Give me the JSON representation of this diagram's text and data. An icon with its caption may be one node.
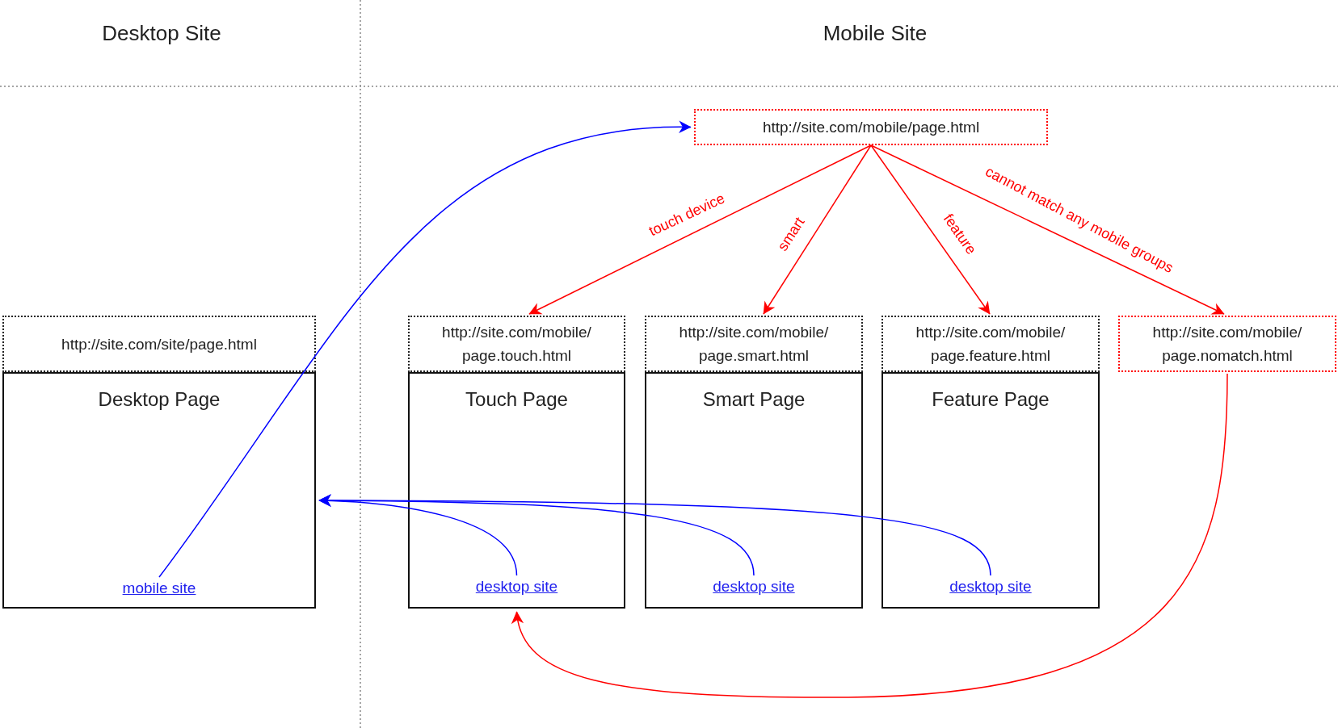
{
  "diagram": {
    "nodes": [
      {
        "text": [
          "http://site.com/mobile/page.html"
        ]
      },
      {
        "text": [
          "http://site.com/site/page.html"
        ]
      },
      {
        "text": [
          "Desktop Page"
        ]
      },
      {
        "text": [
          "mobile site"
        ],
        "in": 2
      },
      {
        "text": [
          "http://site.com/mobile/ page.touch.html"
        ]
      },
      {
        "text": [
          "Touch Page"
        ]
      },
      {
        "text": [
          "desktop site"
        ],
        "in": 5
      },
      {
        "text": [
          "http://site.com/mobile/ page.smart.html"
        ]
      },
      {
        "text": [
          "Smart Page"
        ]
      },
      {
        "text": [
          "desktop site"
        ],
        "in": 8
      },
      {
        "text": [
          "http://site.com/mobile/ page.feature.html"
        ]
      },
      {
        "text": [
          "Feature Page"
        ]
      },
      {
        "text": [
          "desktop site"
        ],
        "in": 11
      },
      {
        "text": [
          "http://site.com/mobile/ page.nomatch.html"
        ]
      }
    ],
    "edges": [
      {
        "from": 0,
        "to": 4,
        "arrow": "to",
        "label": "touch device",
        "color": "#ff0000"
      },
      {
        "from": 0,
        "to": 7,
        "arrow": "to",
        "label": "smart",
        "color": "#ff0000"
      },
      {
        "from": 0,
        "to": 10,
        "arrow": "to",
        "label": "feature",
        "color": "#ff0000"
      },
      {
        "from": 0,
        "to": 13,
        "arrow": "to",
        "label": "cannot match any mobile groups",
        "color": "#ff0000"
      },
      {
        "from": 3,
        "to": 0,
        "arrow": "to",
        "color": "#0000ff"
      },
      {
        "from": 6,
        "to": 2,
        "arrow": "to",
        "color": "#0000ff"
      },
      {
        "from": 9,
        "to": 2,
        "arrow": "to",
        "color": "#0000ff"
      },
      {
        "from": 12,
        "to": 2,
        "arrow": "to",
        "color": "#0000ff"
      },
      {
        "from": 13,
        "to": 5,
        "arrow": "to",
        "color": "#ff0000"
      }
    ],
    "labels": [
      "Desktop Site",
      "Mobile Site"
    ]
  }
}
